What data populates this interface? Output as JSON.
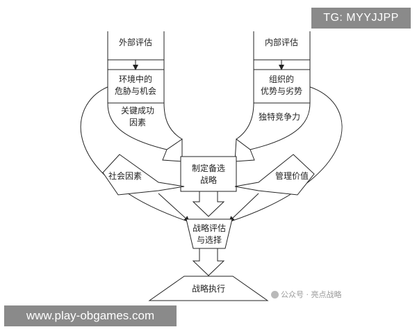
{
  "diagram": {
    "external_title": "外部评估",
    "external_box_line1": "环境中的",
    "external_box_line2": "危胁与机会",
    "key_success_line1": "关键成功",
    "key_success_line2": "因素",
    "internal_title": "内部评估",
    "internal_box_line1": "组织的",
    "internal_box_line2": "优势与劣势",
    "distinct_competence": "独特竞争力",
    "alt_strategy_line1": "制定备选",
    "alt_strategy_line2": "战略",
    "social_factors": "社会因素",
    "management_values": "管理价值",
    "eval_line1": "战略评估",
    "eval_line2": "与选择",
    "execution": "战略执行"
  },
  "watermarks": {
    "top_right": "TG: MYYJJPP",
    "bottom_left": "www.play-obgames.com",
    "wechat": "公众号 · 亮点战略"
  }
}
